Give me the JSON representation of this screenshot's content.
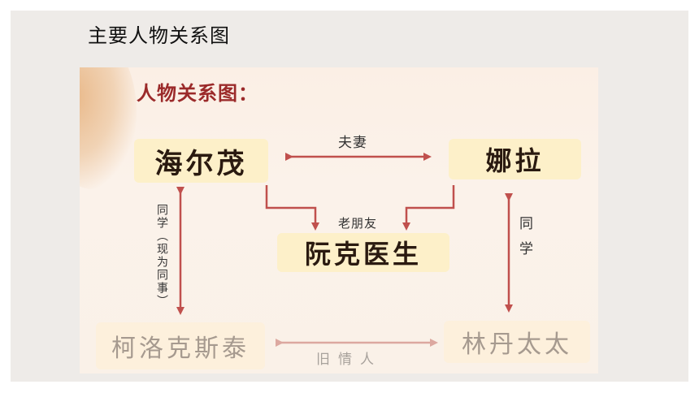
{
  "slide_title": "主要人物关系图",
  "panel_heading": "人物关系图：",
  "nodes": {
    "helmer": "海尔茂",
    "nora": "娜拉",
    "rank": "阮克医生",
    "krogstad": "柯洛克斯泰",
    "linde": "林丹太太"
  },
  "relations": {
    "spouse": "夫妻",
    "old_friend": "老朋友",
    "classmate_colleague": "同学（现为同事）",
    "classmate": "同学",
    "old_lover": "旧情人"
  },
  "colors": {
    "arrow": "#c0504d",
    "arrow_faded": "#dca8a0",
    "heading": "#9b2a2a",
    "node_bg": "#fdf0c9"
  }
}
